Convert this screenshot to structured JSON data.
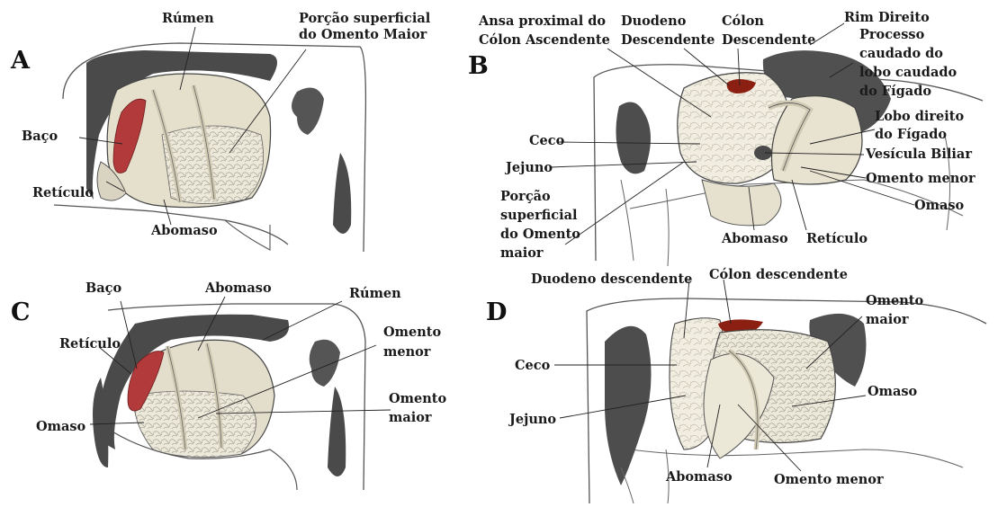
{
  "panels": {
    "A": {
      "letter": "A",
      "labels": {
        "rumen": "Rúmen",
        "omento_maior_1": "Porção superficial",
        "omento_maior_2": "do Omento Maior",
        "baco": "Baço",
        "reticulo": "Retículo",
        "abomaso": "Abomaso"
      }
    },
    "B": {
      "letter": "B",
      "labels": {
        "ansa_1": "Ansa proximal do",
        "ansa_2": "Cólon Ascendente",
        "duodeno_1": "Duodeno",
        "duodeno_2": "Descendente",
        "colon_1": "Cólon",
        "colon_2": "Descendente",
        "rim": "Rim Direito",
        "processo_1": "Processo",
        "processo_2": "caudado do",
        "processo_3": "lobo caudado",
        "processo_4": "do Fígado",
        "lobo_1": "Lobo direito",
        "lobo_2": "do Fígado",
        "vesicula": "Vesícula Biliar",
        "omento_menor": "Omento menor",
        "omaso": "Omaso",
        "reticulo": "Retículo",
        "abomaso": "Abomaso",
        "ceco": "Ceco",
        "jejuno": "Jejuno",
        "porcao_1": "Porção",
        "porcao_2": "superficial",
        "porcao_3": "do Omento",
        "porcao_4": "maior"
      }
    },
    "C": {
      "letter": "C",
      "labels": {
        "baco": "Baço",
        "abomaso": "Abomaso",
        "rumen": "Rúmen",
        "reticulo": "Retículo",
        "omento_menor_1": "Omento",
        "omento_menor_2": "menor",
        "omento_maior_1": "Omento",
        "omento_maior_2": "maior",
        "omaso": "Omaso"
      }
    },
    "D": {
      "letter": "D",
      "labels": {
        "duodeno": "Duodeno descendente",
        "colon": "Cólon descendente",
        "omento_maior_1": "Omento",
        "omento_maior_2": "maior",
        "ceco": "Ceco",
        "omaso": "Omaso",
        "jejuno": "Jejuno",
        "abomaso": "Abomaso",
        "omento_menor": "Omento menor"
      }
    }
  },
  "colors": {
    "spleen": "#b23a3a",
    "kidney": "#8b1f12",
    "tissue": "#e9e4d4",
    "outline": "#333333",
    "dark": "#3d3d3d"
  }
}
